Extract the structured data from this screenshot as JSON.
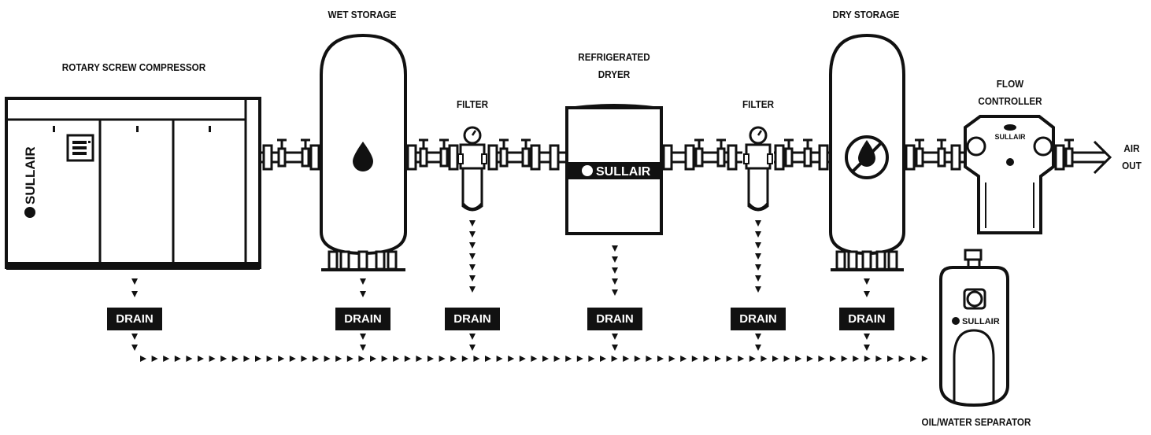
{
  "labels": {
    "compressor": "ROTARY SCREW COMPRESSOR",
    "wet_storage": "WET STORAGE",
    "filter_1": "FILTER",
    "dryer_line1": "REFRIGERATED",
    "dryer_line2": "DRYER",
    "filter_2": "FILTER",
    "dry_storage": "DRY STORAGE",
    "flow_line1": "FLOW",
    "flow_line2": "CONTROLLER",
    "air_line1": "AIR",
    "air_line2": "OUT",
    "separator": "OIL/WATER SEPARATOR"
  },
  "drains": [
    "DRAIN",
    "DRAIN",
    "DRAIN",
    "DRAIN",
    "DRAIN",
    "DRAIN"
  ],
  "brand": "SULLAIR",
  "icons": {
    "wet": "water-drop-icon",
    "dry": "no-water-icon"
  },
  "colors": {
    "ink": "#111111",
    "paper": "#ffffff"
  }
}
